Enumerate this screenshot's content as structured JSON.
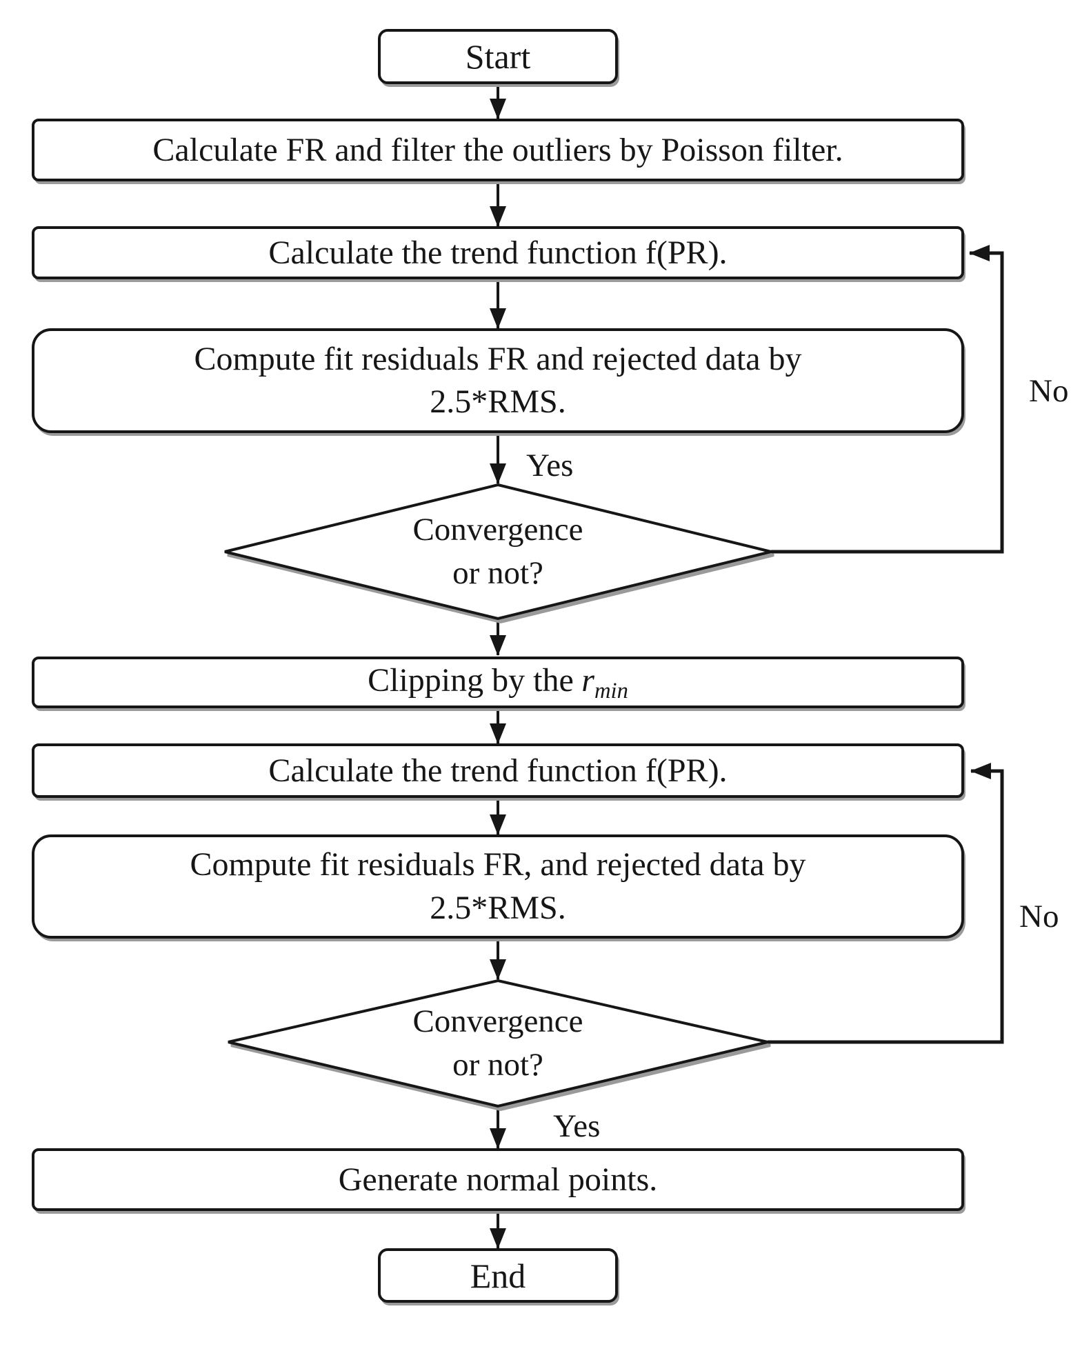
{
  "nodes": {
    "start": {
      "label": "Start"
    },
    "calc_fr": {
      "label": "Calculate FR and filter the outliers by Poisson filter."
    },
    "trend1": {
      "label": "Calculate the trend function f(PR)."
    },
    "residuals1": {
      "line1": "Compute fit residuals FR and rejected data by",
      "line2": "2.5*RMS."
    },
    "convergence1": {
      "line1": "Convergence",
      "line2": "or not?"
    },
    "clipping": {
      "prefix": "Clipping by the",
      "variable": "r",
      "subscript": "min"
    },
    "trend2": {
      "label": "Calculate the trend function f(PR)."
    },
    "residuals2": {
      "line1": "Compute fit residuals FR, and rejected data by",
      "line2": "2.5*RMS."
    },
    "convergence2": {
      "line1": "Convergence",
      "line2": "or not?"
    },
    "generate": {
      "label": "Generate normal points."
    },
    "end": {
      "label": "End"
    }
  },
  "edge_labels": {
    "yes1": "Yes",
    "no1": "No",
    "yes2": "Yes",
    "no2": "No"
  },
  "colors": {
    "stroke": "#161616",
    "node_fill": "#ffffff",
    "shadow": "#9a9a9a",
    "background": "#ffffff"
  }
}
